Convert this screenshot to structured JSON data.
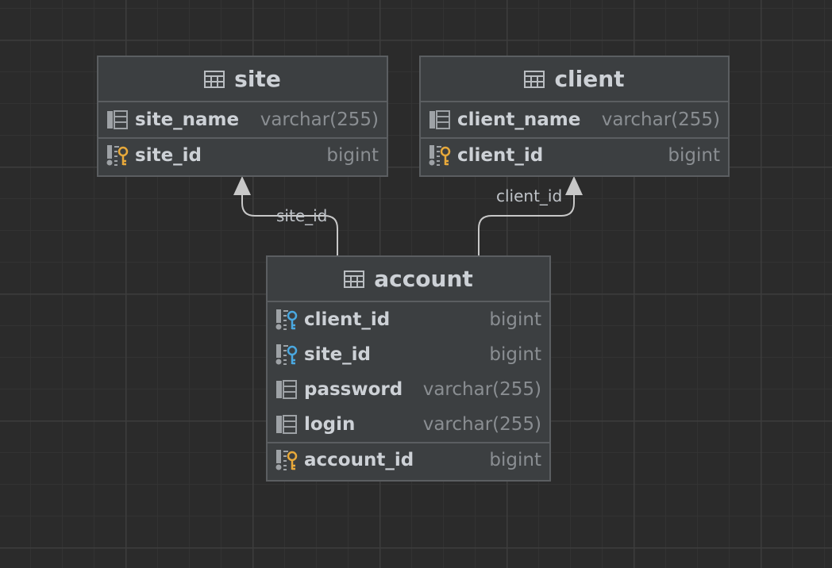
{
  "tables": {
    "site": {
      "name": "site",
      "columns": [
        {
          "name": "site_name",
          "type": "varchar(255)"
        },
        {
          "name": "site_id",
          "type": "bigint"
        }
      ]
    },
    "client": {
      "name": "client",
      "columns": [
        {
          "name": "client_name",
          "type": "varchar(255)"
        },
        {
          "name": "client_id",
          "type": "bigint"
        }
      ]
    },
    "account": {
      "name": "account",
      "columns": [
        {
          "name": "client_id",
          "type": "bigint"
        },
        {
          "name": "site_id",
          "type": "bigint"
        },
        {
          "name": "password",
          "type": "varchar(255)"
        },
        {
          "name": "login",
          "type": "varchar(255)"
        },
        {
          "name": "account_id",
          "type": "bigint"
        }
      ]
    }
  },
  "relations": [
    {
      "from": "account",
      "to": "site",
      "label": "site_id"
    },
    {
      "from": "account",
      "to": "client",
      "label": "client_id"
    }
  ],
  "icons": {
    "table": "table-icon",
    "column": "column-icon",
    "primary_key": "primary-key-column-icon",
    "foreign_key": "foreign-key-column-icon"
  },
  "colors": {
    "background": "#2b2b2b",
    "table_fill": "#3c3f41",
    "table_border": "#5b5e61",
    "primary_key": "#e8a93a",
    "foreign_key": "#4aa8e0",
    "connector": "#c8c8c8"
  }
}
